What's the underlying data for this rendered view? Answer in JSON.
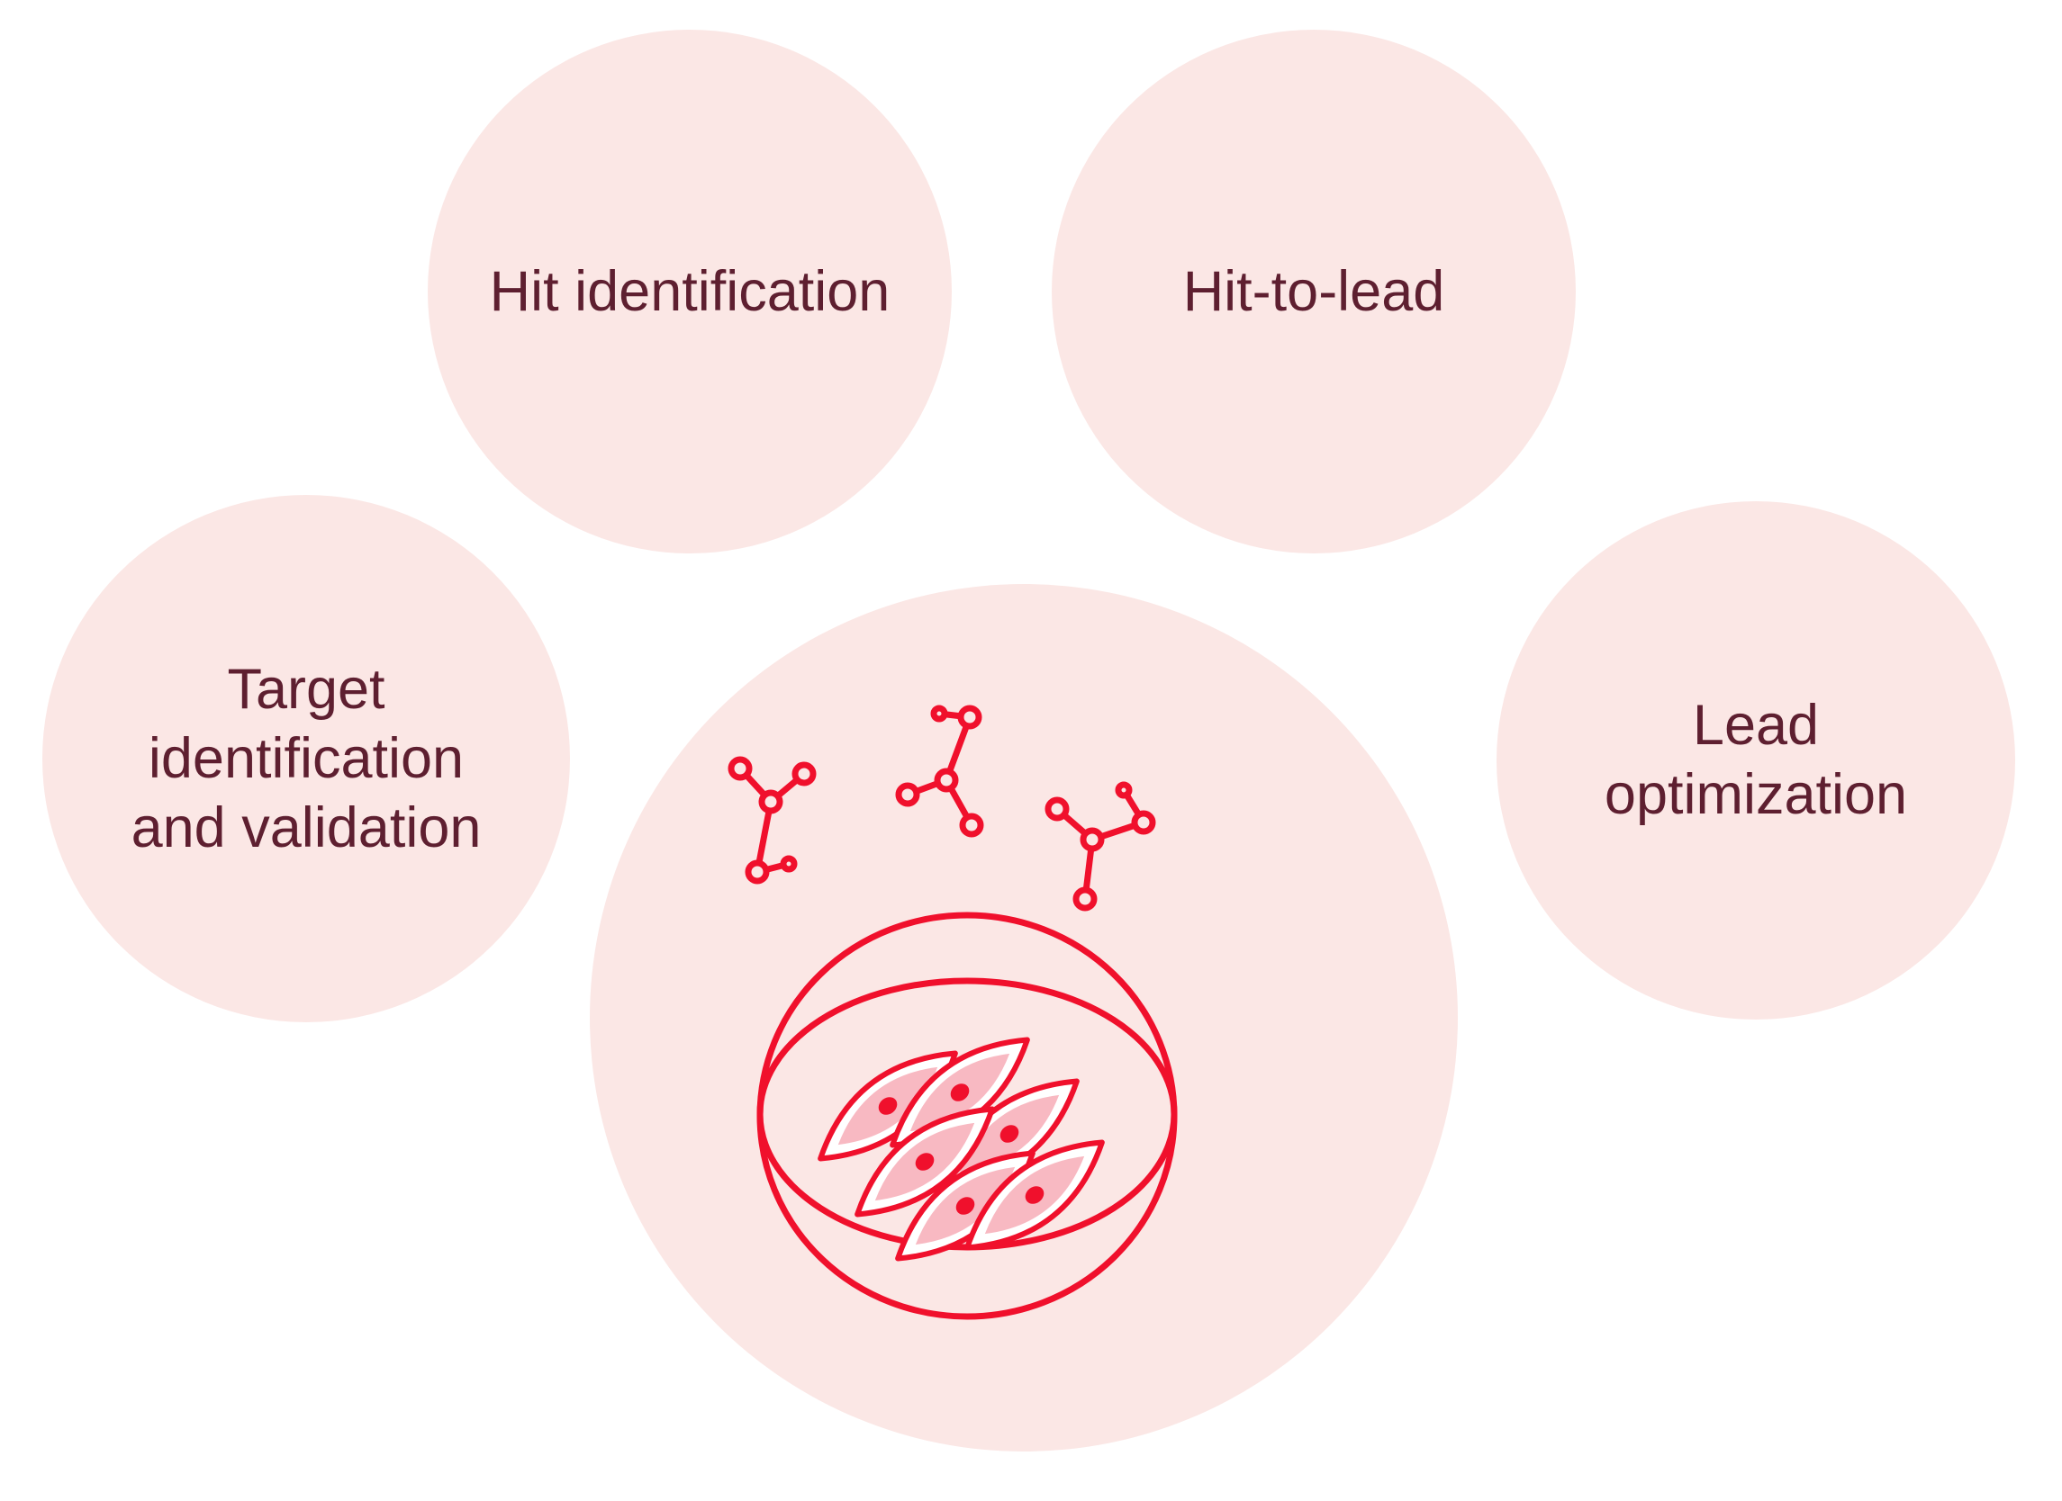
{
  "bubbles": {
    "hit_identification": "Hit identification",
    "hit_to_lead": "Hit-to-lead",
    "target_identification": "Target\nidentification\nand validation",
    "lead_optimization": "Lead\noptimization"
  },
  "icons": {
    "central_bubble": [
      "molecule-icon",
      "petri-dish-icon",
      "cell-icon"
    ]
  },
  "colors": {
    "page_background": "#ffffff",
    "bubble_fill": "#fbe7e5",
    "accent_red": "#f0102c",
    "cell_cytoplasm_pink": "#f8b9c2",
    "cell_body_white": "#ffffff",
    "label_text": "#5e1f30"
  }
}
